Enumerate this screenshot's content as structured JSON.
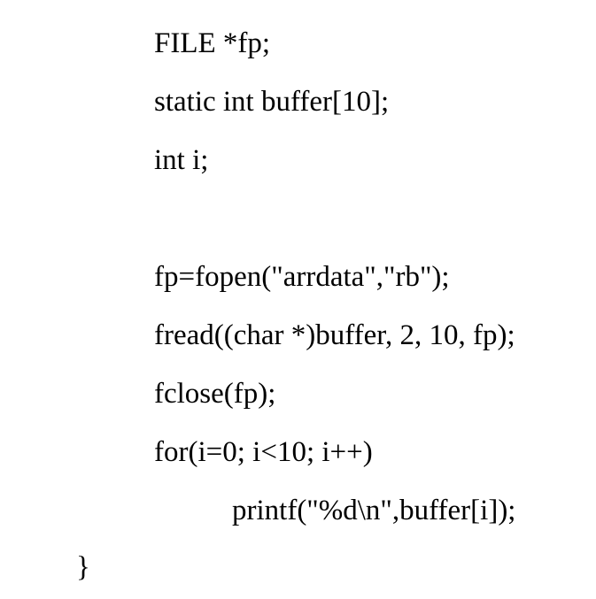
{
  "code": {
    "lines": [
      "FILE *fp;",
      "static int buffer[10];",
      "int i;",
      "",
      "fp=fopen(\"arrdata\",\"rb\");",
      "fread((char *)buffer, 2, 10, fp);",
      "fclose(fp);",
      "for(i=0; i<10; i++)",
      "printf(\"%d\\n\",buffer[i]);",
      "}"
    ]
  }
}
